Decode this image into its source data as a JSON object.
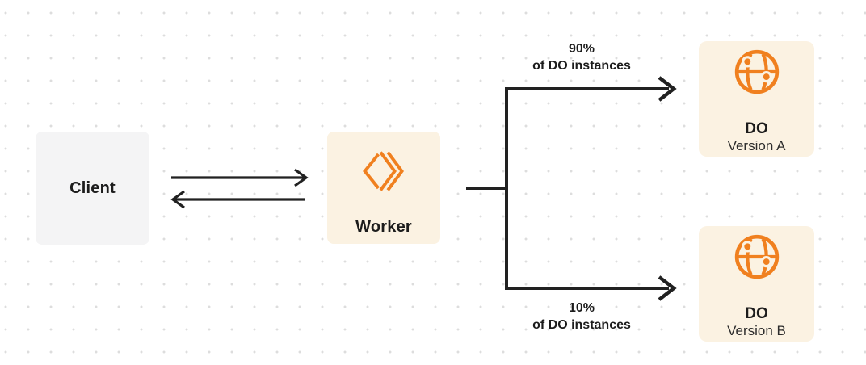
{
  "diagram": {
    "client": {
      "label": "Client"
    },
    "worker": {
      "label": "Worker"
    },
    "version_a": {
      "title": "DO",
      "subtitle": "Version A"
    },
    "version_b": {
      "title": "DO",
      "subtitle": "Version B"
    },
    "split_top": {
      "percent": "90%",
      "caption": "of DO instances"
    },
    "split_bottom": {
      "percent": "10%",
      "caption": "of DO instances"
    }
  },
  "colors": {
    "accent_orange": "#F0801F",
    "box_cream": "#FBF2E2",
    "box_gray": "#F4F4F5",
    "line": "#212121",
    "text": "#1C1C1C",
    "dot": "#DDDDDD"
  }
}
